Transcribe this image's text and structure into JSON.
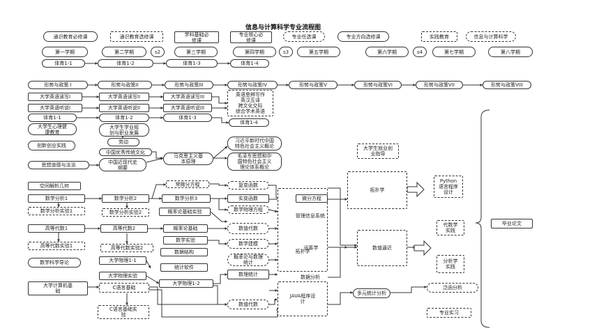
{
  "title": "信息与计算科学专业流程图",
  "legend": {
    "general_required": "通识教育必修课",
    "general_elective": "通识教育选修课",
    "discipline_basic": "学科基础必\n修课",
    "major_core": "专业核心必\n修课",
    "major_elective": "专业任选课",
    "direction_elective": "专业方向选修课",
    "practice": "实践教育",
    "major_name": "信息与计算科学"
  },
  "semesters": {
    "s1": "第一学期",
    "s2": "第二学期",
    "s2_tag": "s2",
    "s3": "第三学期",
    "s4": "第四学期",
    "s3_tag": "s3",
    "s5": "第五学期",
    "s6": "第六学期",
    "s4_tag": "s4",
    "s7": "第七学期",
    "s8": "第八学期"
  },
  "pe": {
    "pe1": "体育1-1",
    "pe2": "体育1-2",
    "pe3": "体育1-3",
    "pe4": "体育1-4"
  },
  "policy": {
    "p1": "形势与政策 I",
    "p2": "形势与政策II",
    "p3": "形势与政策III",
    "p4": "形势与政策IV",
    "p5": "形势与政策V",
    "p6": "形势与政策VI",
    "p7": "形势与政策VII",
    "p8": "形势与政策VIII"
  },
  "english": {
    "rw1": "大学英语读写I",
    "rw2": "大学英语读写II",
    "rw3": "大学英语读写III",
    "adv": "英语思辨写作\n英汉互译\n跨文化交际\n综合学术英语",
    "ls1": "大学英语听说I",
    "ls2": "大学英语听说II",
    "ls3": "大学英语听说III"
  },
  "pe_row": {
    "a": "体育1-1",
    "b": "体育1-2",
    "c": "体育1-3",
    "d": "体育1-4"
  },
  "misc": {
    "mental": "大学生心理健\n康教育",
    "career": "大学生学业规\n划与职业发展",
    "labor": "劳动",
    "innov": "创新创业实践",
    "culture": "中国优秀传统文化",
    "xi": "习近平新时代中国\n特色社会主义概论",
    "employ": "大学生就业创\n业指导",
    "ethics": "思想道德与法治",
    "history": "中国近现代史\n纲要",
    "marx": "马克思主义基\n本原理",
    "mao": "毛泽东思想和中\n国特色社会主义\n理论体系概论"
  },
  "math": {
    "geometry": "空间解析几何",
    "ana1": "数学分析1",
    "ana_lab1": "数学分析实验1",
    "ana2": "数学分析2",
    "ana_lab2": "数学分析实验2",
    "ode": "常微分方程",
    "ana3": "数学分析3",
    "complex": "复变函数",
    "real": "实变函数",
    "mphys": "数学物理方程",
    "prob_lab": "概率论基础实验",
    "topology": "拓扑学",
    "dp": "微分方程",
    "numalg": "数值代数",
    "mis": "管理信息系统",
    "alg1": "高等代数1",
    "alg2": "高等代数2",
    "prob": "概率论基础",
    "alg_lab1": "高等代数实验1",
    "alg_lab2": "高等代数实验2",
    "mexp": "数学实验",
    "model": "数学建模",
    "ops": "运筹学",
    "numappr": "数值逼近",
    "intro": "数学科学导论",
    "ds": "数据结构",
    "probstat": "概率论与数理\n统计",
    "phys1": "大学物理1-1",
    "stats_sw": "统计软件",
    "mstat": "数理统计",
    "data_an": "数据分析",
    "phys_lab": "大学物理实验",
    "phys2": "大学物理1-2",
    "cs": "大学计算机基\n础",
    "c": "C语言基础",
    "numalg2": "数值代数",
    "java": "JAVA程序设\n计",
    "multi": "多元统计分析",
    "c_lab": "C语言基础实\n验",
    "func": "泛函分析",
    "intern": "专业实习",
    "python": "Python\n语言程序\n设计",
    "algpr": "代数学\n实践",
    "anapr": "分析学\n实践",
    "thesis": "毕业论文"
  }
}
